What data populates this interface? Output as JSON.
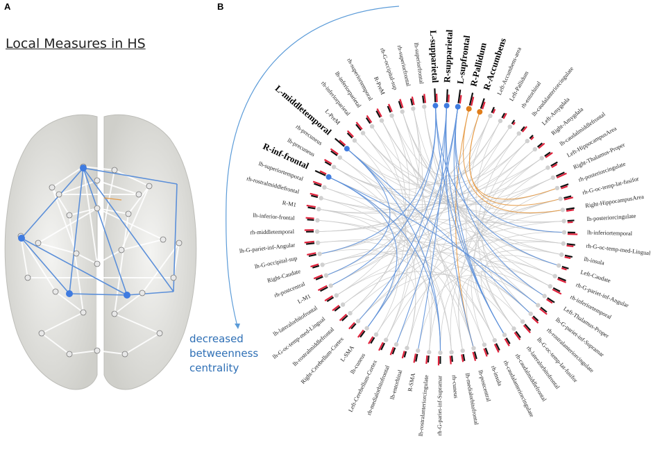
{
  "panel_a": {
    "label": "A",
    "title": "Local Measures in HS"
  },
  "panel_b": {
    "label": "B",
    "caption": [
      "decreased",
      "betweenness",
      "centrality"
    ]
  },
  "colors": {
    "blue_edge": "#5b8fd9",
    "orange_edge": "#e59a45",
    "grey_edge": "#c9c9c9",
    "blue_node": "#3f7be0",
    "orange_node": "#e07d1a",
    "bar_red": "#e0203a",
    "bar_black": "#111111"
  },
  "nodes": [
    {
      "label": "L-supfrontal",
      "h": "blue",
      "b": 0.9,
      "r": 0.55
    },
    {
      "label": "R-Pallidum",
      "h": "orange",
      "b": 0.85,
      "r": 0.6
    },
    {
      "label": "R-Accumbens",
      "h": "orange",
      "b": 0.7,
      "r": 0.5
    },
    {
      "label": "Left-Accumbens-area",
      "b": 0.4,
      "r": 0.3
    },
    {
      "label": "Left-Pallidum",
      "b": 0.35,
      "r": 0.4
    },
    {
      "label": "rh-entorhinal",
      "b": 0.3,
      "r": 0.2
    },
    {
      "label": "lh-caudalanteriorcingulate",
      "b": 0.35,
      "r": 0.45
    },
    {
      "label": "Left-Amygdala",
      "b": 0.3,
      "r": 0.25
    },
    {
      "label": "Right-Amygdala",
      "b": 0.4,
      "r": 0.5
    },
    {
      "label": "lh-caudalmiddlefrontal",
      "b": 0.45,
      "r": 0.55
    },
    {
      "label": "Left-HippocampusArea",
      "b": 0.5,
      "r": 0.4
    },
    {
      "label": "Right-Thalamus-Proper",
      "b": 0.6,
      "r": 0.7
    },
    {
      "label": "rh-posteriorcingulate",
      "b": 0.55,
      "r": 0.45
    },
    {
      "label": "rh-G-oc-temp-lat-fusifor",
      "b": 0.5,
      "r": 0.6
    },
    {
      "label": "Right-HippocampusArea",
      "b": 0.55,
      "r": 0.5
    },
    {
      "label": "lh-posteriorcingulate",
      "b": 0.45,
      "r": 0.35
    },
    {
      "label": "lh-inferiortemporal",
      "b": 0.5,
      "r": 0.65
    },
    {
      "label": "rh-G-oc-temp-med-Lingual",
      "b": 0.55,
      "r": 0.45
    },
    {
      "label": "lh-insula",
      "b": 0.5,
      "r": 0.4
    },
    {
      "label": "Left-Caudate",
      "b": 0.45,
      "r": 0.35
    },
    {
      "label": "rh-G-pariet-inf-Angular",
      "b": 0.55,
      "r": 0.6
    },
    {
      "label": "rh-inferiortemporal",
      "b": 0.5,
      "r": 0.65
    },
    {
      "label": "Left-Thalamus-Proper",
      "b": 0.55,
      "r": 0.45
    },
    {
      "label": "lh-G-pariet-inf-Supramar",
      "b": 0.5,
      "r": 0.6
    },
    {
      "label": "rh-rostralanteriorcingulate",
      "b": 0.45,
      "r": 0.55
    },
    {
      "label": "lh-G-oc-temp-lat-fusifor",
      "b": 0.55,
      "r": 0.65
    },
    {
      "label": "rh-lateralorbitofrontal",
      "b": 0.5,
      "r": 0.6
    },
    {
      "label": "rh-caudalmiddlefrontal",
      "b": 0.45,
      "r": 0.55
    },
    {
      "label": "rh-caudalanteriorcingulate",
      "b": 0.5,
      "r": 0.6
    },
    {
      "label": "rh-insula",
      "b": 0.45,
      "r": 0.55
    },
    {
      "label": "lh-postcentral",
      "b": 0.5,
      "r": 0.6
    },
    {
      "label": "lh-medialorbitofrontal",
      "b": 0.45,
      "r": 0.5
    },
    {
      "label": "rh-cuneus",
      "b": 0.4,
      "r": 0.55
    },
    {
      "label": "rh-G-pariet-inf-Supramar",
      "b": 0.5,
      "r": 0.6
    },
    {
      "label": "lh-rostralanteriorcingulate",
      "b": 0.45,
      "r": 0.55
    },
    {
      "label": "R-SMA",
      "b": 0.5,
      "r": 0.6
    },
    {
      "label": "lh-entorhinal",
      "b": 0.4,
      "r": 0.5
    },
    {
      "label": "rh-medialorbitofrontal",
      "b": 0.45,
      "r": 0.55
    },
    {
      "label": "Left-Cerebellum-Cortex",
      "b": 0.5,
      "r": 0.6
    },
    {
      "label": "lh-cuneus",
      "b": 0.45,
      "r": 0.55
    },
    {
      "label": "L-SMA",
      "b": 0.5,
      "r": 0.6
    },
    {
      "label": "Right-Cerebellum-Cortex",
      "b": 0.45,
      "r": 0.55
    },
    {
      "label": "lh-rostralmiddlefrontal",
      "b": 0.5,
      "r": 0.6
    },
    {
      "label": "lh-G-oc-temp-med-Lingual",
      "b": 0.45,
      "r": 0.55
    },
    {
      "label": "lh-lateralorbitofrontal",
      "b": 0.5,
      "r": 0.6
    },
    {
      "label": "L-M1",
      "b": 0.55,
      "r": 0.65
    },
    {
      "label": "rh-postcentral",
      "b": 0.5,
      "r": 0.6
    },
    {
      "label": "Right-Caudate",
      "b": 0.45,
      "r": 0.55
    },
    {
      "label": "lh-G-occipital-sup",
      "b": 0.5,
      "r": 0.6
    },
    {
      "label": "lh-G-pariet-inf-Angular",
      "b": 0.55,
      "r": 0.65
    },
    {
      "label": "rh-middletemporal",
      "b": 0.5,
      "r": 0.6
    },
    {
      "label": "lh-inferior-frontal",
      "b": 0.45,
      "r": 0.55
    },
    {
      "label": "R-M1",
      "b": 0.5,
      "r": 0.6
    },
    {
      "label": "rh-rostralmiddlefrontal",
      "b": 0.45,
      "r": 0.55
    },
    {
      "label": "lh-superiortemporal",
      "b": 0.5,
      "r": 0.6
    },
    {
      "label": "R-inf-frontal",
      "h": "blue",
      "b": 0.75,
      "r": 0.45
    },
    {
      "label": "lh-precuneus",
      "b": 0.45,
      "r": 0.55
    },
    {
      "label": "rh-precuneus",
      "b": 0.5,
      "r": 0.6
    },
    {
      "label": "L-middletemporal",
      "h": "blue",
      "b": 0.8,
      "r": 0.5
    },
    {
      "label": "L-PreM",
      "b": 0.45,
      "r": 0.55
    },
    {
      "label": "rh-inferiorparietal",
      "b": 0.5,
      "r": 0.6
    },
    {
      "label": "lh-inferiorparietal",
      "b": 0.45,
      "r": 0.55
    },
    {
      "label": "rh-superiortemporal",
      "b": 0.5,
      "r": 0.6
    },
    {
      "label": "R-PreM",
      "b": 0.45,
      "r": 0.55
    },
    {
      "label": "rh-G-occipital-sup",
      "b": 0.5,
      "r": 0.6
    },
    {
      "label": "rh-superiorfrontal",
      "b": 0.45,
      "r": 0.55
    },
    {
      "label": "lh-superiorfrontal",
      "b": 0.5,
      "r": 0.6
    },
    {
      "label": "L-supparietal",
      "h": "blue",
      "b": 0.9,
      "r": 0.55
    },
    {
      "label": "R-supparietal",
      "h": "blue",
      "b": 0.85,
      "r": 0.5
    }
  ],
  "blue_edges": [
    [
      0,
      16
    ],
    [
      0,
      27
    ],
    [
      0,
      37
    ],
    [
      0,
      40
    ],
    [
      0,
      22
    ],
    [
      67,
      27
    ],
    [
      67,
      19
    ],
    [
      67,
      45
    ],
    [
      67,
      48
    ],
    [
      68,
      35
    ],
    [
      68,
      27
    ],
    [
      68,
      41
    ],
    [
      68,
      30
    ],
    [
      58,
      33
    ],
    [
      58,
      46
    ],
    [
      58,
      24
    ],
    [
      55,
      23
    ],
    [
      55,
      40
    ],
    [
      55,
      33
    ]
  ],
  "orange_edges": [
    [
      1,
      14
    ],
    [
      1,
      30
    ],
    [
      2,
      13
    ],
    [
      2,
      12
    ]
  ],
  "grey_edges": [
    [
      3,
      40
    ],
    [
      4,
      52
    ],
    [
      5,
      63
    ],
    [
      6,
      45
    ],
    [
      7,
      60
    ],
    [
      8,
      48
    ],
    [
      9,
      56
    ],
    [
      10,
      50
    ],
    [
      11,
      43
    ],
    [
      12,
      59
    ],
    [
      13,
      44
    ],
    [
      14,
      64
    ],
    [
      15,
      53
    ],
    [
      16,
      61
    ],
    [
      17,
      46
    ],
    [
      18,
      55
    ],
    [
      19,
      62
    ],
    [
      20,
      49
    ],
    [
      21,
      47
    ],
    [
      22,
      57
    ],
    [
      23,
      65
    ],
    [
      24,
      51
    ],
    [
      25,
      41
    ],
    [
      26,
      66
    ],
    [
      28,
      54
    ],
    [
      29,
      58
    ],
    [
      30,
      60
    ],
    [
      31,
      63
    ],
    [
      32,
      56
    ],
    [
      33,
      48
    ],
    [
      34,
      64
    ],
    [
      36,
      44
    ],
    [
      38,
      65
    ],
    [
      39,
      52
    ],
    [
      42,
      62
    ],
    [
      3,
      28
    ],
    [
      5,
      36
    ],
    [
      7,
      25
    ],
    [
      9,
      31
    ],
    [
      11,
      34
    ],
    [
      13,
      38
    ],
    [
      15,
      42
    ],
    [
      17,
      30
    ],
    [
      19,
      26
    ],
    [
      21,
      39
    ],
    [
      23,
      35
    ],
    [
      10,
      29
    ],
    [
      12,
      32
    ],
    [
      14,
      41
    ],
    [
      16,
      37
    ],
    [
      18,
      33
    ],
    [
      20,
      27
    ],
    [
      22,
      31
    ],
    [
      24,
      47
    ],
    [
      26,
      43
    ],
    [
      28,
      49
    ],
    [
      30,
      51
    ],
    [
      32,
      53
    ],
    [
      34,
      55
    ],
    [
      36,
      57
    ],
    [
      38,
      59
    ],
    [
      40,
      61
    ],
    [
      42,
      63
    ],
    [
      44,
      65
    ],
    [
      46,
      2
    ],
    [
      48,
      4
    ],
    [
      50,
      6
    ],
    [
      52,
      8
    ],
    [
      54,
      10
    ],
    [
      56,
      12
    ],
    [
      58,
      14
    ],
    [
      60,
      16
    ],
    [
      62,
      18
    ],
    [
      64,
      20
    ],
    [
      66,
      22
    ],
    [
      4,
      24
    ],
    [
      6,
      26
    ],
    [
      8,
      28
    ],
    [
      3,
      56
    ],
    [
      5,
      58
    ],
    [
      7,
      50
    ],
    [
      9,
      45
    ],
    [
      11,
      53
    ],
    [
      13,
      47
    ],
    [
      15,
      60
    ],
    [
      17,
      62
    ],
    [
      19,
      64
    ],
    [
      21,
      66
    ],
    [
      23,
      52
    ]
  ]
}
